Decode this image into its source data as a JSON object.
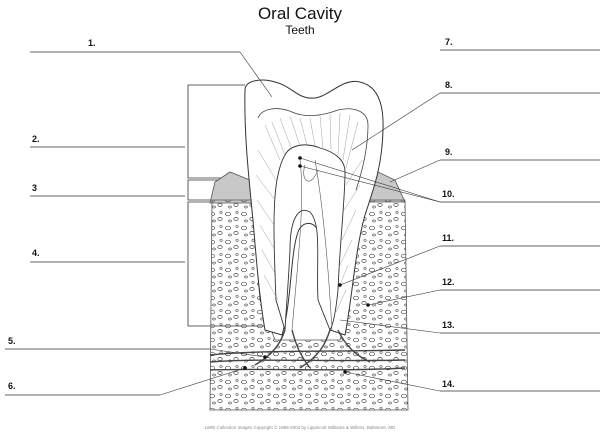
{
  "title": "Oral Cavity",
  "subtitle": "Teeth",
  "labels": [
    "1.",
    "2.",
    "3",
    "4.",
    "5.",
    "6.",
    "7.",
    "8.",
    "9.",
    "10.",
    "11.",
    "12.",
    "13.",
    "14."
  ],
  "copyright": "LWW Collection Images Copyright © 1989-2003 by Lippincott Williams & Wilkins, Baltimore, MD"
}
